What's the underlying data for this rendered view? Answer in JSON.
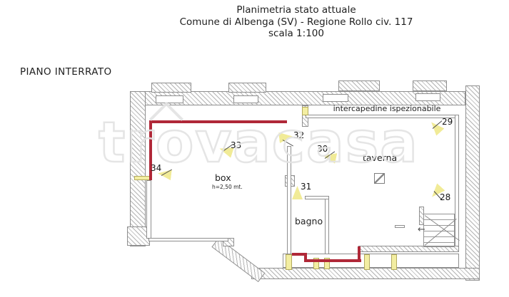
{
  "document": {
    "title_line1": "Planimetria stato attuale",
    "title_line2": "Comune di Albenga (SV) - Regione Rollo civ. 117",
    "title_line3": "scala 1:100",
    "floor_label": "PIANO INTERRATO"
  },
  "plan": {
    "rooms": {
      "intercapedine": {
        "label": "intercapedine ispezionabile"
      },
      "taverna": {
        "label": "taverna"
      },
      "box": {
        "label": "box",
        "height_note": "h=2,50 mt."
      },
      "bagno": {
        "label": "bagno"
      }
    },
    "markers": [
      {
        "label": "28"
      },
      {
        "label": "29"
      },
      {
        "label": "30"
      },
      {
        "label": "31"
      },
      {
        "label": "32"
      },
      {
        "label": "33"
      },
      {
        "label": "34"
      }
    ],
    "colors": {
      "boundary_red": "#b02838",
      "opening_yellow": "#f3eea2"
    },
    "stairs_arrow": "←"
  },
  "watermark": {
    "text": "trovacasa"
  }
}
